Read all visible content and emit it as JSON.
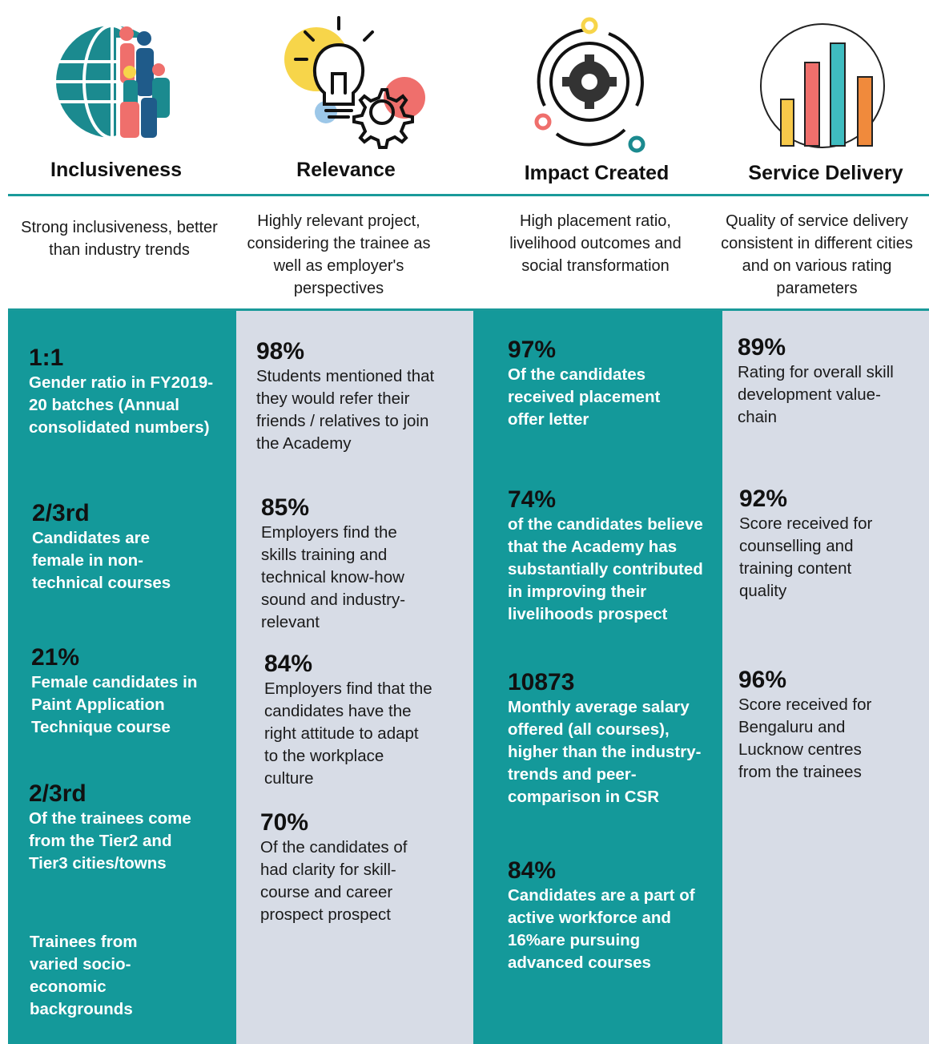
{
  "colors": {
    "teal": "#14999a",
    "grey_panel": "#d7dce6",
    "yellow": "#f7d54a",
    "coral": "#ef6f6c",
    "blue": "#1f5b8a"
  },
  "columns": [
    {
      "title": "Inclusiveness",
      "icon": "globe-people-icon",
      "description": "Strong inclusiveness, better than industry trends",
      "stats": [
        {
          "value": "1:1",
          "text": "Gender ratio in FY2019-20 batches (Annual consolidated numbers)"
        },
        {
          "value": "2/3rd",
          "text": "Candidates are female in  non-technical courses"
        },
        {
          "value": "21%",
          "text": "Female candidates in Paint Application Technique course"
        },
        {
          "value": "2/3rd",
          "text": "Of the trainees come from the Tier2 and Tier3 cities/towns"
        },
        {
          "value": "",
          "text": "Trainees from varied socio-economic backgrounds"
        }
      ]
    },
    {
      "title": "Relevance",
      "icon": "lightbulb-gear-icon",
      "description": "Highly relevant project, considering the trainee as well as employer's perspectives",
      "stats": [
        {
          "value": "98%",
          "text": "Students mentioned that they would refer their friends / relatives to join the Academy"
        },
        {
          "value": "85%",
          "text": "Employers find the skills training and technical know-how sound and  industry-relevant"
        },
        {
          "value": "84%",
          "text": "Employers find that the candidates have the right attitude to adapt to the workplace culture"
        },
        {
          "value": "70%",
          "text": "Of the candidates of had clarity for skill-course and career prospect prospect"
        }
      ]
    },
    {
      "title": "Impact Created",
      "icon": "gear-cycle-icon",
      "description": "High placement ratio, livelihood outcomes and social transformation",
      "stats": [
        {
          "value": "97%",
          "text": "Of the candidates received placement offer letter"
        },
        {
          "value": "74%",
          "text": "of the candidates believe that the Academy has substantially contributed in improving their livelihoods prospect"
        },
        {
          "value": "10873",
          "text": "Monthly average salary offered (all courses), higher than the industry-trends and peer-comparison in CSR"
        },
        {
          "value": "84%",
          "text": "Candidates are a part of active workforce and 16%are pursuing advanced courses"
        }
      ]
    },
    {
      "title": "Service Delivery",
      "icon": "bar-chart-circle-icon",
      "description": "Quality of service delivery consistent in different cities and on various rating parameters",
      "stats": [
        {
          "value": "89%",
          "text": "Rating for overall skill development value-chain"
        },
        {
          "value": "92%",
          "text": "Score received for counselling and training content quality"
        },
        {
          "value": "96%",
          "text": "Score received for Bengaluru and Lucknow centres from the trainees"
        }
      ]
    }
  ]
}
